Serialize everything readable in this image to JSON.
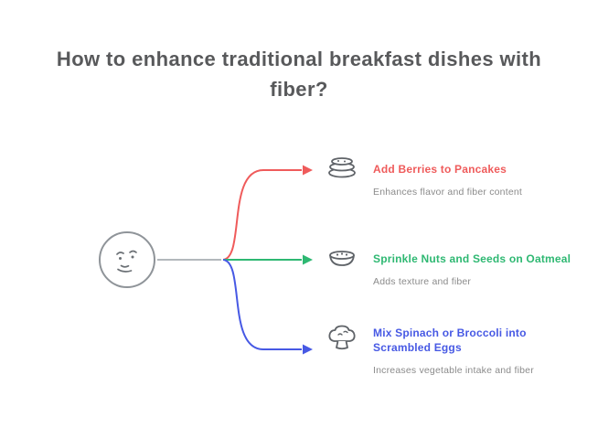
{
  "title": "How to enhance traditional breakfast dishes with fiber?",
  "palette": {
    "title_color": "#58595b",
    "description_color": "#8b8b8b",
    "line_gray": "#9aa0a6",
    "icon_gray": "#5f6368",
    "background": "#ffffff"
  },
  "center_node": {
    "icon": "thinking-face-icon"
  },
  "items": [
    {
      "icon": "pancakes-icon",
      "title": "Add Berries to Pancakes",
      "description": "Enhances flavor and fiber content",
      "color": "#ef5b5b"
    },
    {
      "icon": "oatmeal-bowl-icon",
      "title": "Sprinkle Nuts and Seeds on Oatmeal",
      "description": "Adds texture and fiber",
      "color": "#2eb872"
    },
    {
      "icon": "broccoli-icon",
      "title": "Mix Spinach or Broccoli into Scrambled Eggs",
      "description": "Increases vegetable intake and fiber",
      "color": "#4759e4"
    }
  ]
}
